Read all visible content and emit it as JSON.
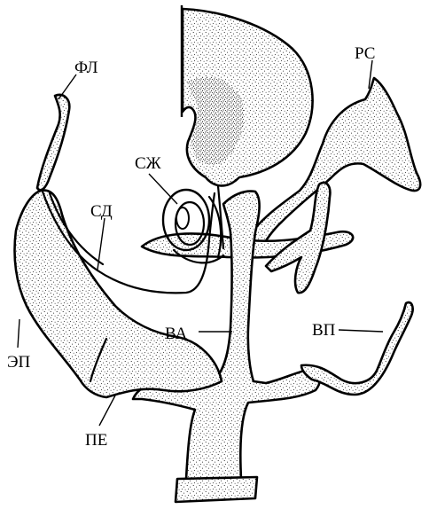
{
  "labels": {
    "fl": "ФЛ",
    "rs": "РС",
    "szh": "СЖ",
    "sd": "СД",
    "va": "ВА",
    "vp": "ВП",
    "ep": "ЭП",
    "pe": "ПЕ"
  },
  "colors": {
    "ink": "#000000",
    "paper": "#ffffff"
  }
}
